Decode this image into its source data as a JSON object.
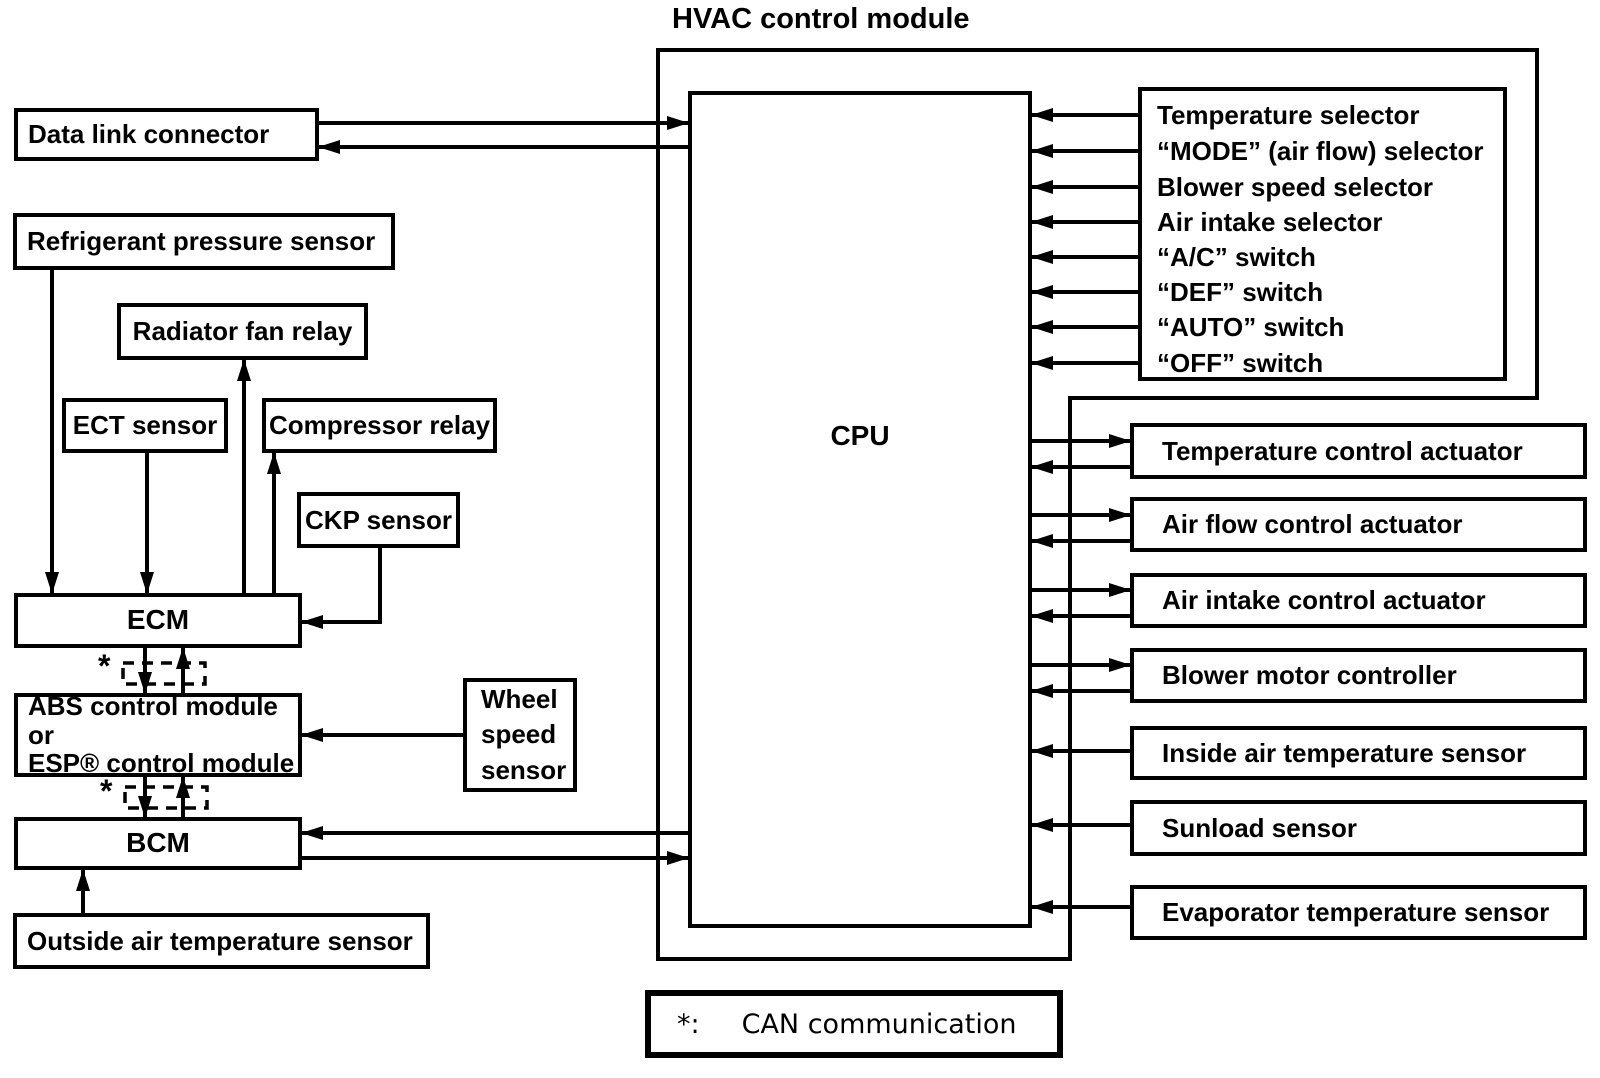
{
  "title": "HVAC control module",
  "cpu": {
    "label": "CPU"
  },
  "selector_panel": {
    "items": [
      "Temperature selector",
      "“MODE” (air flow) selector",
      "Blower speed selector",
      "Air intake selector",
      "“A/C” switch",
      "“DEF” switch",
      "“AUTO” switch",
      "“OFF” switch"
    ]
  },
  "outputs": [
    {
      "label": "Temperature control actuator",
      "link": "bidirectional-with-cpu"
    },
    {
      "label": "Air flow control actuator",
      "link": "bidirectional-with-cpu"
    },
    {
      "label": "Air intake control actuator",
      "link": "bidirectional-with-cpu"
    },
    {
      "label": "Blower motor controller",
      "link": "bidirectional-with-cpu"
    },
    {
      "label": "Inside air temperature sensor",
      "link": "to-cpu"
    },
    {
      "label": "Sunload sensor",
      "link": "to-cpu"
    },
    {
      "label": "Evaporator temperature sensor",
      "link": "to-cpu"
    }
  ],
  "left": {
    "data_link_connector": {
      "label": "Data link connector"
    },
    "refrigerant_pressure_sensor": {
      "label": "Refrigerant pressure sensor"
    },
    "radiator_fan_relay": {
      "label": "Radiator fan relay"
    },
    "ect_sensor": {
      "label": "ECT sensor"
    },
    "compressor_relay": {
      "label": "Compressor relay"
    },
    "ckp_sensor": {
      "label": "CKP sensor"
    },
    "ecm": {
      "label": "ECM"
    },
    "abs_module": {
      "lines": [
        "ABS control module or",
        "ESP® control module"
      ]
    },
    "wheel_speed_sensor": {
      "lines": [
        "Wheel",
        "speed",
        "sensor"
      ]
    },
    "bcm": {
      "label": "BCM"
    },
    "outside_air_temperature_sensor": {
      "label": "Outside air temperature sensor"
    }
  },
  "can": {
    "marker": "*"
  },
  "legend": {
    "symbol": "*:",
    "text": "CAN communication"
  },
  "connections": [
    {
      "a": "Data link connector",
      "b": "CPU",
      "type": "bidirectional"
    },
    {
      "a": "Refrigerant pressure sensor",
      "b": "ECM",
      "type": "one-way"
    },
    {
      "a": "ECM",
      "b": "Radiator fan relay",
      "type": "one-way"
    },
    {
      "a": "ECT sensor",
      "b": "ECM",
      "type": "one-way"
    },
    {
      "a": "ECM",
      "b": "Compressor relay",
      "type": "one-way"
    },
    {
      "a": "CKP sensor",
      "b": "ECM",
      "type": "one-way"
    },
    {
      "a": "ECM",
      "b": "ABS/ESP control module",
      "type": "CAN bidirectional (*)"
    },
    {
      "a": "ABS/ESP control module",
      "b": "BCM",
      "type": "CAN bidirectional (*)"
    },
    {
      "a": "Wheel speed sensor",
      "b": "ABS/ESP control module",
      "type": "one-way"
    },
    {
      "a": "Outside air temperature sensor",
      "b": "BCM",
      "type": "one-way"
    },
    {
      "a": "BCM",
      "b": "CPU",
      "type": "bidirectional"
    },
    {
      "a": "Selector panel inputs",
      "b": "CPU",
      "type": "one-way (8 lines)"
    },
    {
      "a": "CPU",
      "b": "Temperature control actuator",
      "type": "bidirectional"
    },
    {
      "a": "CPU",
      "b": "Air flow control actuator",
      "type": "bidirectional"
    },
    {
      "a": "CPU",
      "b": "Air intake control actuator",
      "type": "bidirectional"
    },
    {
      "a": "CPU",
      "b": "Blower motor controller",
      "type": "bidirectional"
    },
    {
      "a": "Inside air temperature sensor",
      "b": "CPU",
      "type": "one-way"
    },
    {
      "a": "Sunload sensor",
      "b": "CPU",
      "type": "one-way"
    },
    {
      "a": "Evaporator temperature sensor",
      "b": "CPU",
      "type": "one-way"
    }
  ]
}
